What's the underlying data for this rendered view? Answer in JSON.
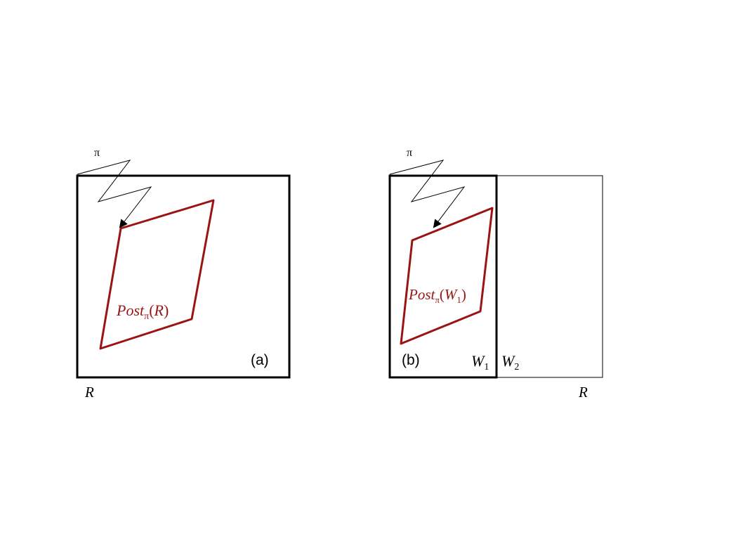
{
  "colors": {
    "outline": "#000000",
    "region": "#9b1414",
    "background": "#ffffff"
  },
  "panel_a": {
    "pi_label": "π",
    "region_label": {
      "base": "Post",
      "subscript": "π",
      "open": "(",
      "arg": "R",
      "close": ")"
    },
    "tag": "(a)",
    "set_label": "R"
  },
  "panel_b": {
    "pi_label": "π",
    "region_label": {
      "base": "Post",
      "subscript": "π",
      "open": "(",
      "arg": "W",
      "arg_sub": "1",
      "close": ")"
    },
    "tag": "(b)",
    "w1": {
      "base": "W",
      "sub": "1"
    },
    "w2": {
      "base": "W",
      "sub": "2"
    },
    "set_label": "R"
  }
}
